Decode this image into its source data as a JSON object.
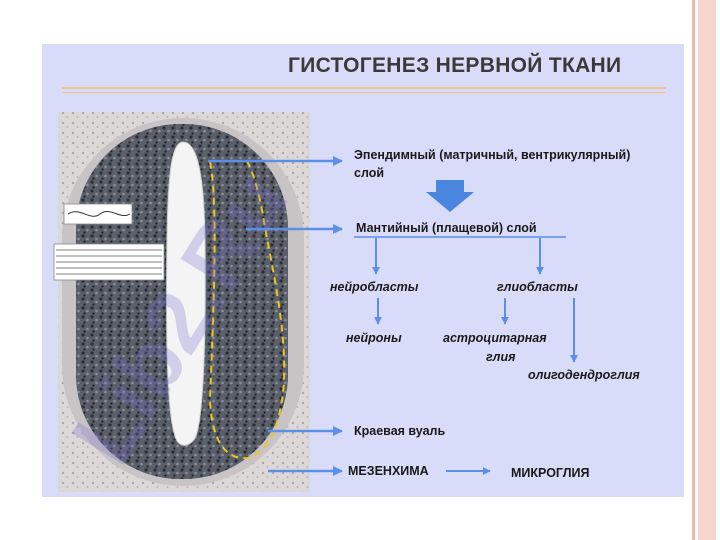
{
  "title": "ГИСТОГЕНЕЗ НЕРВНОЙ ТКАНИ",
  "labels": {
    "ependymal_line1": "Эпендимный (матричный, вентрикулярный)",
    "ependymal_line2": "слой",
    "mantle": "Мантийный (плащевой) слой",
    "neuroblasts": "нейробласты",
    "glioblasts": "глиобласты",
    "neurons": "нейроны",
    "astrocytic_line1": "астроцитарная",
    "astrocytic_line2": "глия",
    "oligodendroglia": "олигодендроглия",
    "marginal_veil": "Краевая вуаль",
    "mesenchyme": "МЕЗЕНХИМА",
    "microglia": "МИКРОГЛИЯ"
  },
  "colors": {
    "panel": "#d8dcf8",
    "arrow": "#5b8fe8",
    "watermark": "#7b6fd0",
    "tissue_dark": "#4a4e58"
  }
}
